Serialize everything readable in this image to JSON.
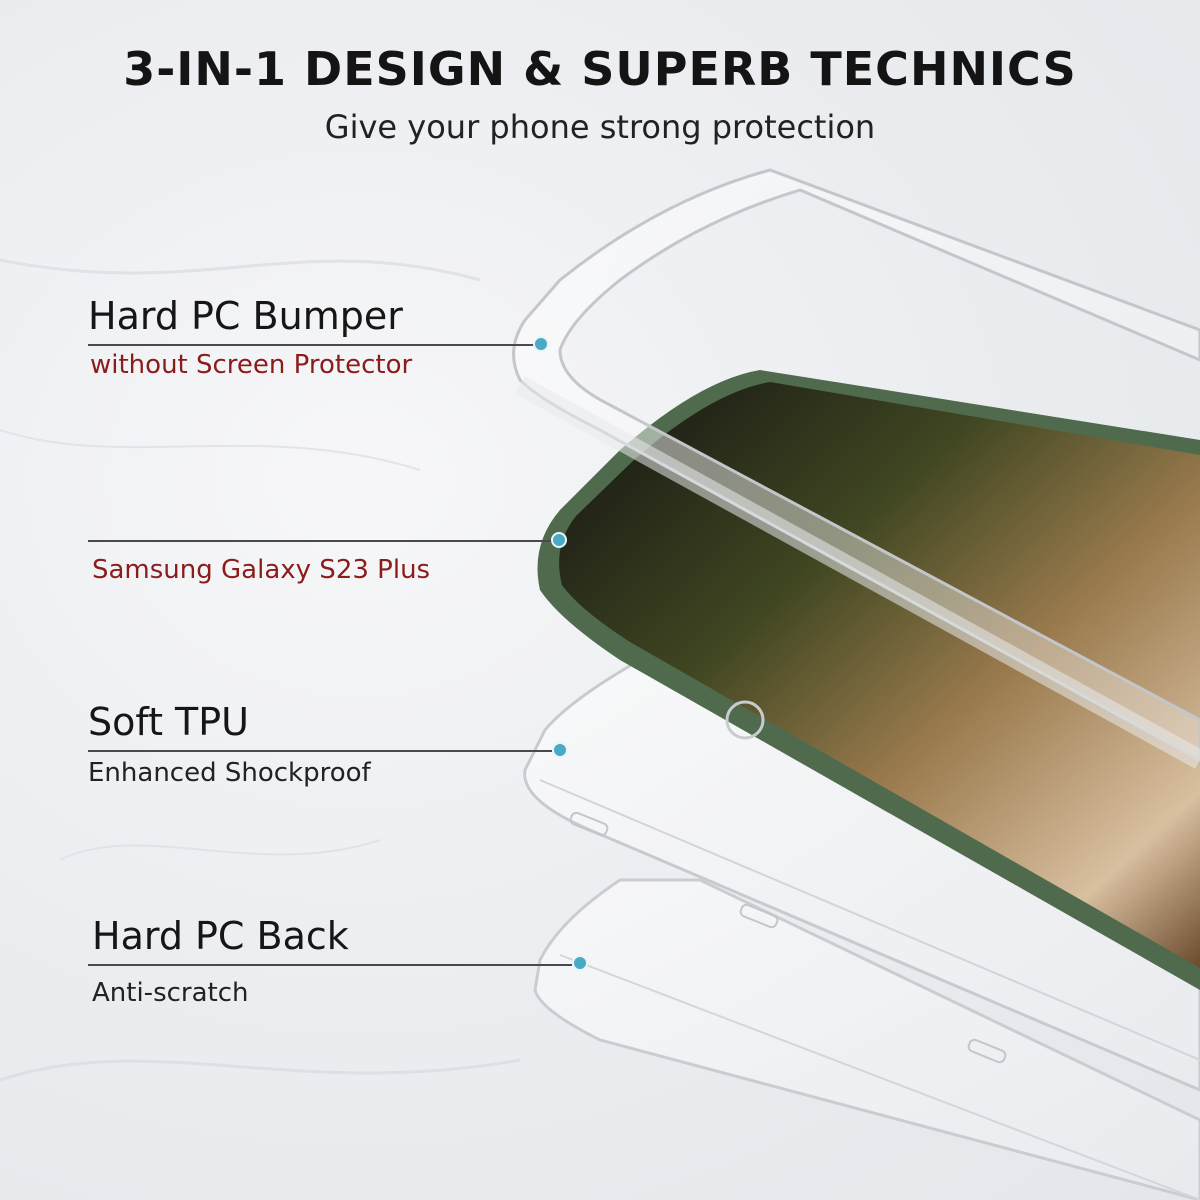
{
  "header": {
    "title": "3-IN-1 DESIGN & SUPERB TECHNICS",
    "subtitle": "Give your phone strong protection"
  },
  "layers": [
    {
      "title": "Hard PC Bumper",
      "subtitle": "without Screen Protector",
      "subtitle_color": "#8b1c1c"
    },
    {
      "title": "",
      "subtitle": "Samsung Galaxy S23 Plus",
      "subtitle_color": "#8b1c1c"
    },
    {
      "title": "Soft TPU",
      "subtitle": "Enhanced Shockproof",
      "subtitle_color": "#222222"
    },
    {
      "title": "Hard PC Back",
      "subtitle": "Anti-scratch",
      "subtitle_color": "#222222"
    }
  ],
  "colors": {
    "callout_dot": "#4aa9c4",
    "phone_frame": "#4f6a4c",
    "accent_text": "#8b1c1c"
  }
}
